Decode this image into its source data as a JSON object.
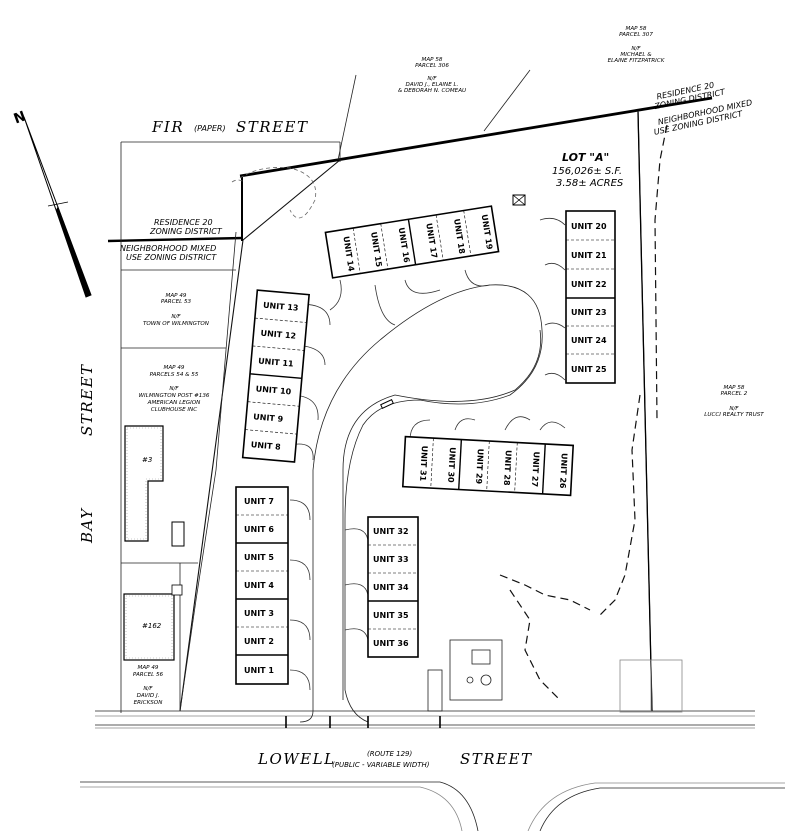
{
  "streets": {
    "fir": "FIR",
    "fir_paper": "(PAPER)",
    "fir_street": "STREET",
    "bay": "BAY",
    "bay_street": "STREET",
    "lowell": "LOWELL",
    "lowell_route": "(ROUTE 129)",
    "lowell_width": "(PUBLIC - VARIABLE WIDTH)",
    "lowell_street": "STREET"
  },
  "lot": {
    "name": "LOT \"A\"",
    "area_sf": "156,026± S.F.",
    "area_acres": "3.58± ACRES"
  },
  "abutters": {
    "map58_306": [
      "MAP 58",
      "PARCEL 306",
      "N/F",
      "DAVID J., ELAINE L.",
      "& DEBORAH N. COMEAU"
    ],
    "map58_307": [
      "MAP 58",
      "PARCEL 307",
      "N/F",
      "MICHAEL &",
      "ELAINE FITZPATRICK"
    ],
    "map49_53": [
      "MAP 49",
      "PARCEL 53",
      "N/F",
      "TOWN OF WILMINGTON"
    ],
    "map49_54": [
      "MAP 49",
      "PARCELS 54 & 55",
      "N/F",
      "WILMINGTON POST #136",
      "AMERICAN LEGION",
      "CLUBHOUSE INC"
    ],
    "map49_56": [
      "MAP 49",
      "PARCEL 56",
      "N/F",
      "DAVID J.",
      "ERICKSON"
    ],
    "map58_2": [
      "MAP 58",
      "PARCEL 2",
      "N/F",
      "LUCCI REALTY TRUST"
    ]
  },
  "zoning": {
    "left": [
      "RESIDENCE 20",
      "ZONING DISTRICT",
      "NEIGHBORHOOD MIXED",
      "USE ZONING DISTRICT"
    ],
    "right": [
      "RESIDENCE 20",
      "ZONING DISTRICT",
      "NEIGHBORHOOD MIXED",
      "USE ZONING DISTRICT"
    ]
  },
  "house_numbers": {
    "h3": "#3",
    "h162": "#162"
  },
  "units": {
    "u1": "UNIT 1",
    "u2": "UNIT 2",
    "u3": "UNIT 3",
    "u4": "UNIT 4",
    "u5": "UNIT 5",
    "u6": "UNIT 6",
    "u7": "UNIT 7",
    "u8": "UNIT 8",
    "u9": "UNIT 9",
    "u10": "UNIT 10",
    "u11": "UNIT 11",
    "u12": "UNIT 12",
    "u13": "UNIT 13",
    "u14": "UNIT 14",
    "u15": "UNIT 15",
    "u16": "UNIT 16",
    "u17": "UNIT 17",
    "u18": "UNIT 18",
    "u19": "UNIT 19",
    "u20": "UNIT 20",
    "u21": "UNIT 21",
    "u22": "UNIT 22",
    "u23": "UNIT 23",
    "u24": "UNIT 24",
    "u25": "UNIT 25",
    "u26": "UNIT 26",
    "u27": "UNIT 27",
    "u28": "UNIT 28",
    "u29": "UNIT 29",
    "u30": "UNIT 30",
    "u31": "UNIT 31",
    "u32": "UNIT 32",
    "u33": "UNIT 33",
    "u34": "UNIT 34",
    "u35": "UNIT 35",
    "u36": "UNIT 36"
  },
  "north_arrow": "N",
  "icons": {
    "north": "north-arrow-icon"
  }
}
